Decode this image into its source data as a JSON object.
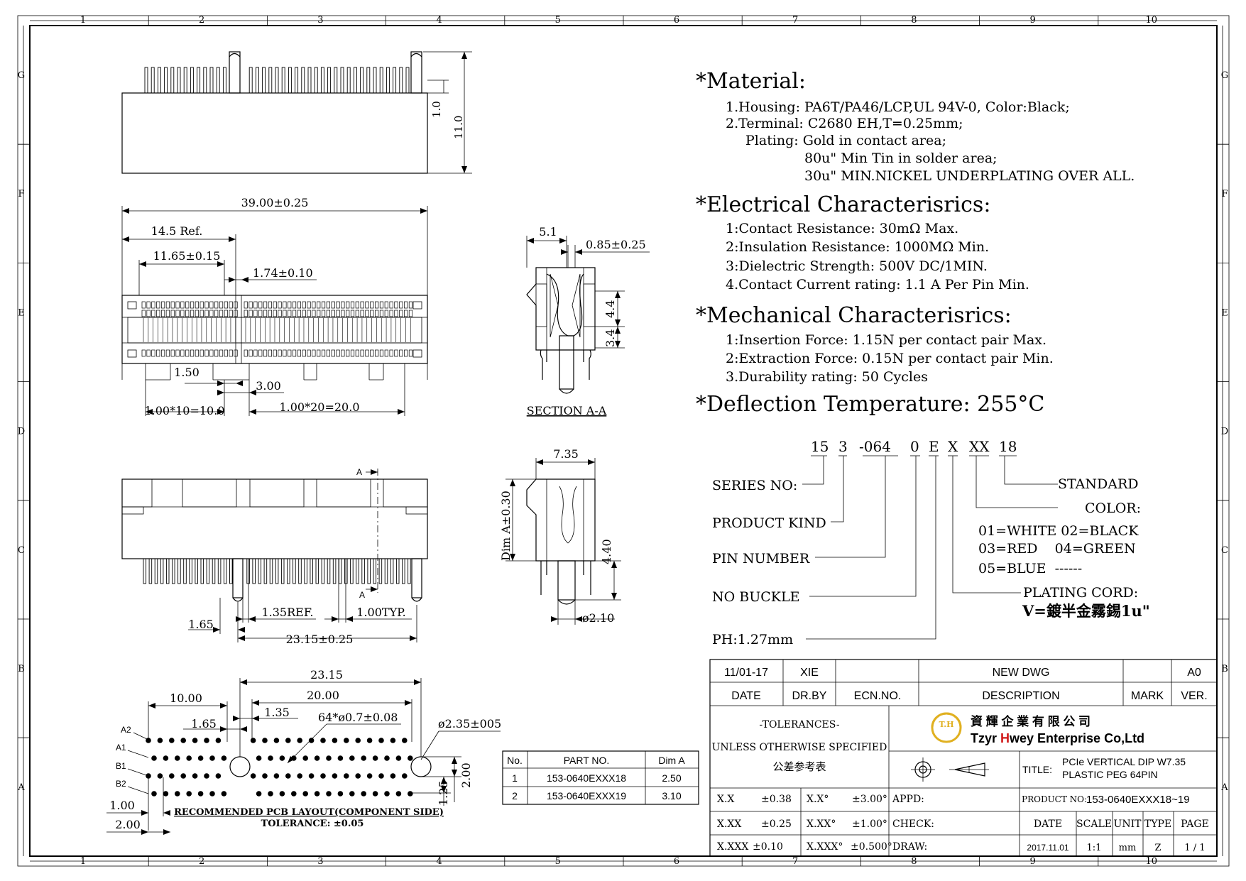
{
  "border": {
    "col_numbers": [
      "1",
      "2",
      "3",
      "4",
      "5",
      "6",
      "7",
      "8",
      "9",
      "10"
    ],
    "row_letters": [
      "G",
      "F",
      "E",
      "D",
      "C",
      "B",
      "A"
    ]
  },
  "specs": {
    "material_heading": "*Material:",
    "material_lines": [
      "1.Housing: PA6T/PA46/LCP,UL 94V-0, Color:Black;",
      "2.Terminal: C2680 EH,T=0.25mm;",
      "Plating: Gold in contact area;",
      "80u\" Min Tin in solder area;",
      "30u\" MIN.NICKEL UNDERPLATING OVER ALL."
    ],
    "electrical_heading": "*Electrical Characterisrics:",
    "electrical_lines": [
      "1:Contact Resistance: 30mΩ Max.",
      "2:Insulation Resistance: 1000MΩ Min.",
      "3:Dielectric Strength: 500V DC/1MIN.",
      "4.Contact Current rating: 1.1 A Per Pin Min."
    ],
    "mechanical_heading": "*Mechanical Characterisrics:",
    "mechanical_lines": [
      "1:Insertion Force: 1.15N per contact pair Max.",
      "2:Extraction Force: 0.15N per contact pair Min.",
      "3.Durability rating: 50 Cycles"
    ],
    "deflection": "*Deflection Temperature: 255°C"
  },
  "part_code": {
    "segments": [
      "15",
      "3",
      "-064",
      "0",
      "E",
      "X",
      "XX",
      "18"
    ],
    "labels": {
      "series": "SERIES NO:",
      "product_kind": "PRODUCT KIND",
      "pin_number": "PIN NUMBER",
      "no_buckle": "NO BUCKLE",
      "pitch": "PH:1.27mm",
      "standard": "STANDARD",
      "color": "COLOR:",
      "color_opts": [
        "01=WHITE 02=BLACK",
        "03=RED    04=GREEN",
        "05=BLUE  ------"
      ],
      "plating": "PLATING CORD:",
      "plating_value": "V=鍍半金霧錫1u\""
    }
  },
  "dims": {
    "side_1_0": "1.0",
    "side_11_0": "11.0",
    "top_39": "39.00±0.25",
    "top_14_5": "14.5 Ref.",
    "top_11_65": "11.65±0.15",
    "top_1_74": "1.74±0.10",
    "top_1_50": "1.50",
    "top_3_00": "3.00",
    "top_1x10": "1.00*10=10.0",
    "top_1x20": "1.00*20=20.0",
    "sec_5_1": "5.1",
    "sec_0_85": "0.85±0.25",
    "sec_4_4": "4.4",
    "sec_3_4": "3.4",
    "section_label": "SECTION A-A",
    "end_7_35": "7.35",
    "end_dim_a": "Dim A±0.30",
    "end_4_40": "4.40",
    "end_2_10": "ø2.10",
    "front_a": "A",
    "front_1_65": "1.65",
    "front_1_35": "1.35REF.",
    "front_1_00": "1.00TYP.",
    "front_23_15": "23.15±0.25",
    "pcb_23_15": "23.15",
    "pcb_20_00": "20.00",
    "pcb_10_00": "10.00",
    "pcb_1_35": "1.35",
    "pcb_1_65": "1.65",
    "pcb_holes": "64*ø0.7±0.08",
    "pcb_peg": "ø2.35±005",
    "pcb_2_00v": "2.00",
    "pcb_1_25": "1.25",
    "pcb_1_00": "1.00",
    "pcb_2_00h": "2.00",
    "pcb_a2": "A2",
    "pcb_a1": "A1",
    "pcb_b1": "B1",
    "pcb_b2": "B2",
    "pcb_title": "RECOMMENDED PCB LAYOUT(COMPONENT SIDE)",
    "pcb_tol": "TOLERANCE: ±0.05"
  },
  "part_table": {
    "headers": [
      "No.",
      "PART NO.",
      "Dim A"
    ],
    "rows": [
      [
        "1",
        "153-0640EXXX18",
        "2.50"
      ],
      [
        "2",
        "153-0640EXXX19",
        "3.10"
      ]
    ]
  },
  "title_block": {
    "rev_date": "11/01-17",
    "rev_by": "XIE",
    "rev_desc": "NEW DWG",
    "rev_ver": "A0",
    "h_date": "DATE",
    "h_drby": "DR.BY",
    "h_ecn": "ECN.NO.",
    "h_desc": "DESCRIPTION",
    "h_mark": "MARK",
    "h_ver": "VER.",
    "tol_title": "-TOLERANCES-",
    "tol_sub": "UNLESS OTHERWISE SPECIFIED",
    "tol_cn": "公差参考表",
    "tol_rows": [
      [
        "X.X",
        "±0.38",
        "X.X°",
        "±3.00°"
      ],
      [
        "X.XX",
        "±0.25",
        "X.XX°",
        "±1.00°"
      ],
      [
        "X.XXX",
        "±0.10",
        "X.XXX°",
        "±0.500°"
      ]
    ],
    "company_cn": "資 輝 企 業 有 限 公 司",
    "company_en_1": "Tzyr ",
    "company_en_h": "H",
    "company_en_2": "wey Enterprise Co,Ltd",
    "logo_text": "T.H",
    "title_label": "TITLE:",
    "title_1": "PCIe VERTICAL DIP W7.35",
    "title_2": "PLASTIC PEG 64PIN",
    "appd": "APPD:",
    "check": "CHECK:",
    "draw": "DRAW:",
    "product_no_label": "PRODUCT NO:",
    "product_no": "153-0640EXXX18~19",
    "h_date2": "DATE",
    "h_scale": "SCALE",
    "h_unit": "UNIT",
    "h_type": "TYPE",
    "h_page": "PAGE",
    "v_date": "2017.11.01",
    "v_scale": "1:1",
    "v_unit": "mm",
    "v_type": "Z",
    "v_page": "1 / 1"
  },
  "colors": {
    "logo": "#e0b020",
    "company_h": "#d01818"
  }
}
